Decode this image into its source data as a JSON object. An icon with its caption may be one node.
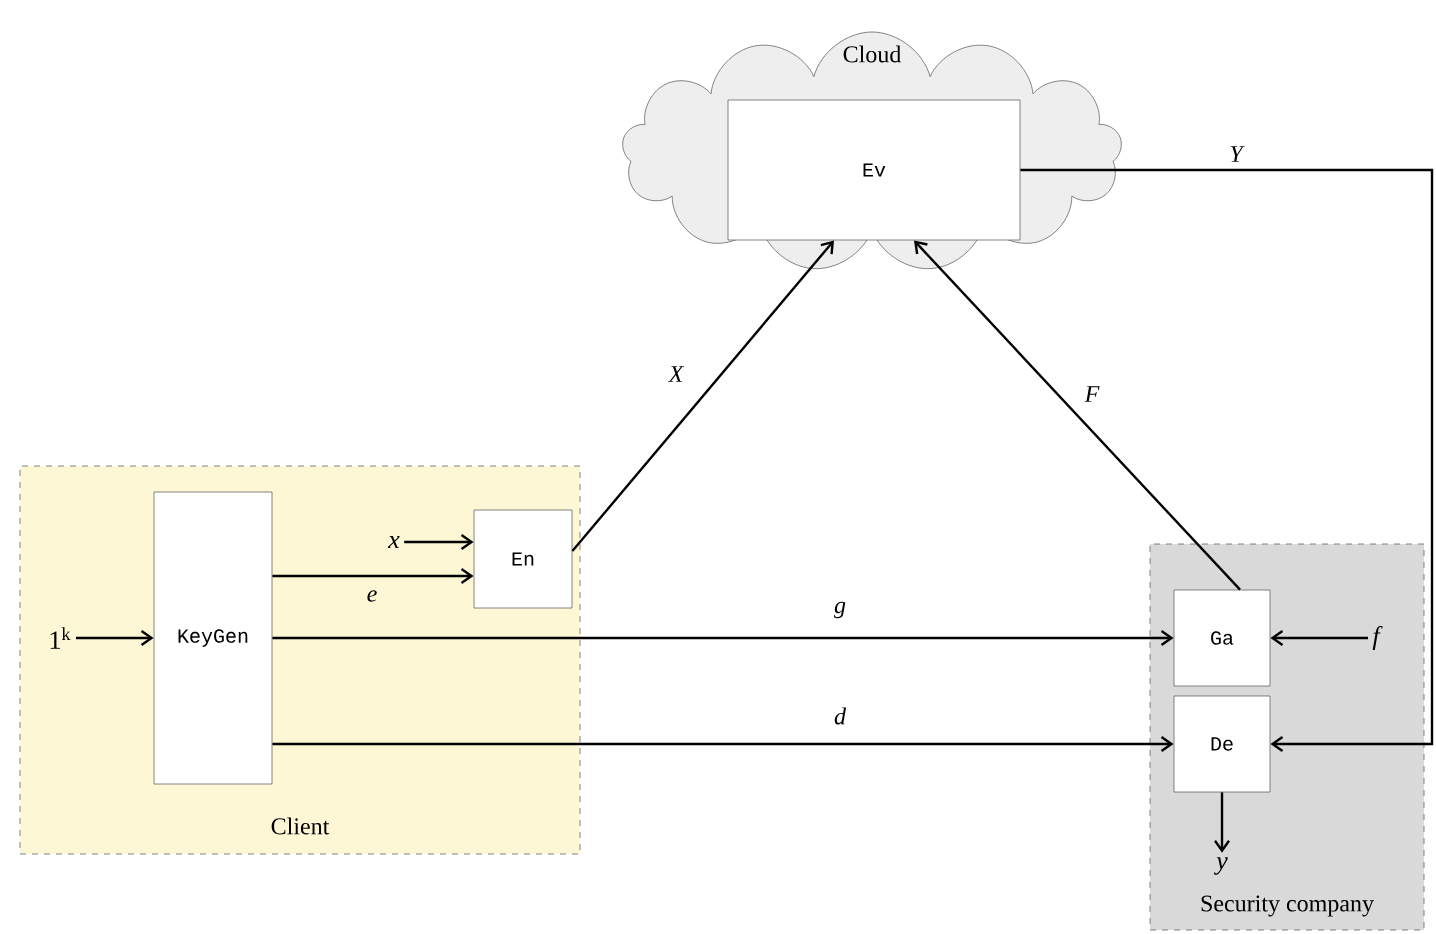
{
  "diagram": {
    "nodes": [
      {
        "text": [
          "Cloud"
        ]
      },
      {
        "text": [
          "Ev"
        ],
        "in": 0
      },
      {
        "text": [
          "Client"
        ]
      },
      {
        "text": [
          "KeyGen"
        ],
        "in": 2
      },
      {
        "text": [
          "En"
        ],
        "in": 2
      },
      {
        "text": [
          "Security company"
        ]
      },
      {
        "text": [
          "Ga"
        ],
        "in": 5
      },
      {
        "text": [
          "De"
        ],
        "in": 5
      },
      {
        "text": [
          "1$^{k}$"
        ],
        "in": 2
      },
      {
        "text": [
          "x"
        ],
        "in": 2
      },
      {
        "text": [
          "f"
        ],
        "in": 5
      },
      {
        "text": [
          "y"
        ],
        "in": 5
      }
    ],
    "edges": [
      {
        "from": 8,
        "to": 3,
        "arrow": "to"
      },
      {
        "from": 9,
        "to": 4,
        "arrow": "to"
      },
      {
        "from": 3,
        "to": 4,
        "arrow": "to",
        "label": "e"
      },
      {
        "from": 4,
        "to": 1,
        "arrow": "to",
        "label": "X"
      },
      {
        "from": 6,
        "to": 1,
        "arrow": "to",
        "label": "F"
      },
      {
        "from": 3,
        "to": 6,
        "arrow": "to",
        "label": "g"
      },
      {
        "from": 3,
        "to": 7,
        "arrow": "to",
        "label": "d"
      },
      {
        "from": 10,
        "to": 6,
        "arrow": "to"
      },
      {
        "from": 7,
        "to": 11,
        "arrow": "to"
      },
      {
        "from": 1,
        "to": 7,
        "arrow": "to",
        "label": "Y"
      }
    ]
  }
}
